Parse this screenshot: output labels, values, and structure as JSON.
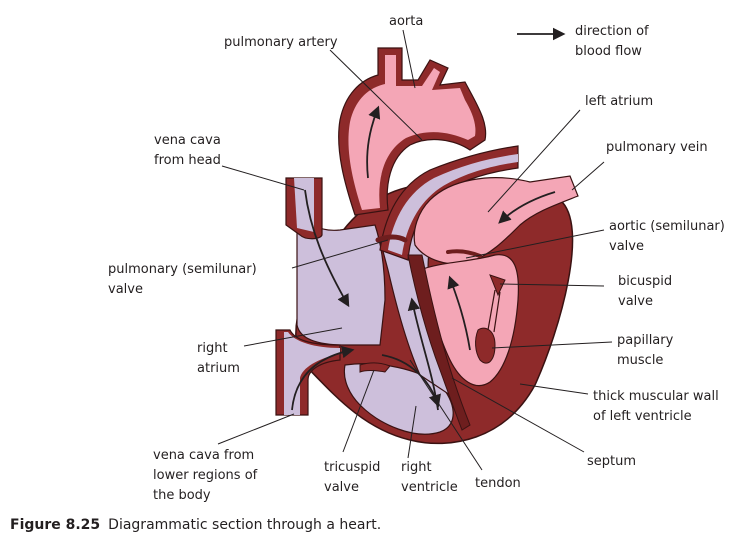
{
  "labels": {
    "aorta": "aorta",
    "direction": "direction of\nblood flow",
    "pulmonary_artery": "pulmonary artery",
    "left_atrium": "left atrium",
    "vena_cava_head": "vena cava\nfrom head",
    "pulmonary_vein": "pulmonary vein",
    "aortic_valve": "aortic (semilunar)\nvalve",
    "pulmonary_valve": "pulmonary (semilunar)\nvalve",
    "bicuspid_valve": "bicuspid\nvalve",
    "right_atrium": "right\natrium",
    "papillary_muscle": "papillary\nmuscle",
    "thick_wall": "thick muscular wall\nof left ventricle",
    "septum": "septum",
    "vena_cava_lower": "vena cava from\nlower regions of\nthe body",
    "tricuspid_valve": "tricuspid\nvalve",
    "right_ventricle": "right\nventricle",
    "tendon": "tendon"
  },
  "caption": {
    "number": "Figure 8.25",
    "text": "Diagrammatic section through a heart."
  },
  "colors": {
    "muscle": "#8e2a2a",
    "muscle_dark": "#6e1e1e",
    "oxygenated": "#f4a6b6",
    "deoxygenated": "#cdbfdb",
    "outline": "#3a1212",
    "leader_line": "#231f20"
  }
}
